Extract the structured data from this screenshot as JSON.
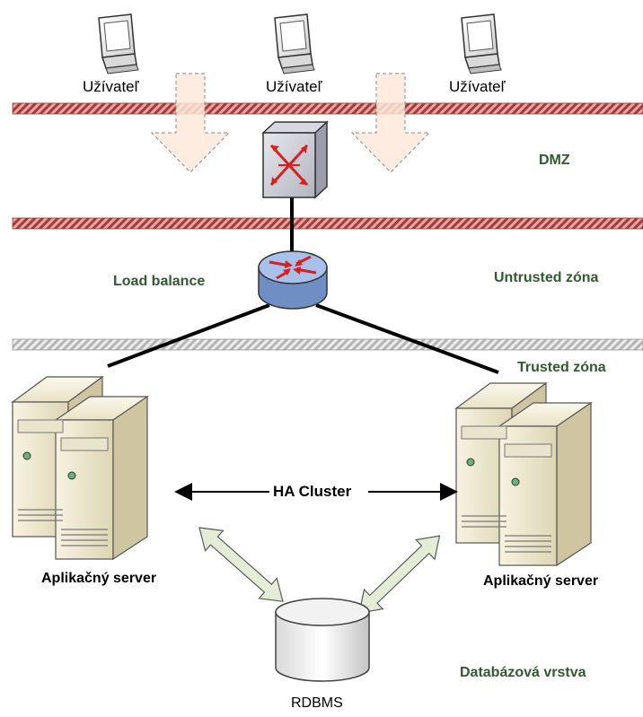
{
  "users": [
    {
      "label": "Užívateľ"
    },
    {
      "label": "Užívateľ"
    },
    {
      "label": "Užívateľ"
    }
  ],
  "zones": {
    "dmz": "DMZ",
    "untrusted": "Untrusted zóna",
    "trusted": "Trusted zóna",
    "database": "Databázová vrstva"
  },
  "load_balance_label": "Load balance",
  "servers": [
    {
      "label": "Aplikačný server"
    },
    {
      "label": "Aplikačný server"
    }
  ],
  "cluster_label": "HA Cluster",
  "database_label": "RDBMS",
  "colors": {
    "firewall": "#c0504d",
    "trusted_wall": "#bfbfbf",
    "zone_text": "#2f5a2f",
    "flow_arrow_fill": "#fde9d9",
    "db_arrow_fill": "#e4ecd6",
    "router_fill": "#9db9e6"
  }
}
